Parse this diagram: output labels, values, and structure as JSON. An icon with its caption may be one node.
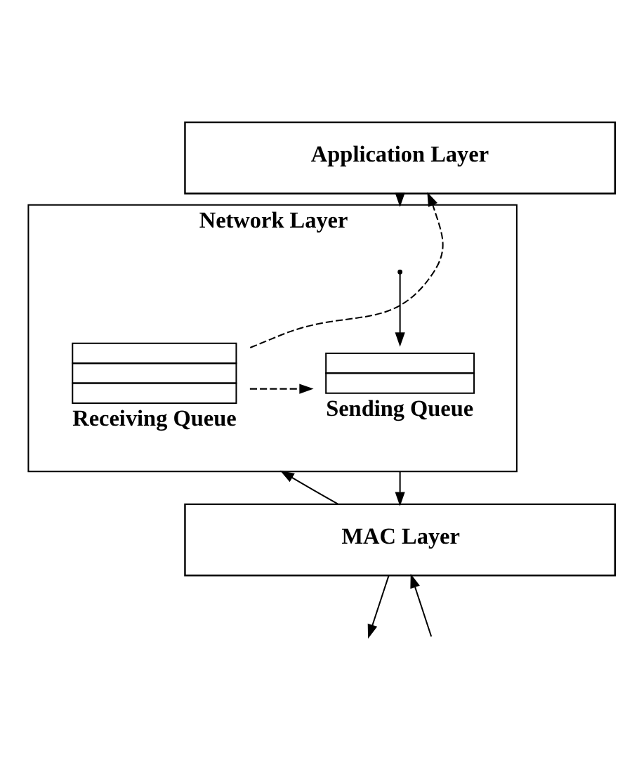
{
  "diagram": {
    "nodes": [
      {
        "text": [
          "Application Layer"
        ]
      },
      {
        "text": [
          "Network Layer"
        ]
      },
      {
        "text": [
          "Sending Queue"
        ],
        "in": 1
      },
      {
        "text": [
          "Receiving Queue"
        ],
        "in": 1
      },
      {
        "text": [
          "MAC Layer"
        ]
      }
    ],
    "edges": [
      {
        "from": 0,
        "to": 1,
        "arrow": "to"
      },
      {
        "from": 3,
        "to": 0,
        "arrow": "to",
        "style": "dashed"
      },
      {
        "from": 1,
        "to": 2,
        "arrow": "to"
      },
      {
        "from": 3,
        "to": 2,
        "arrow": "to",
        "style": "dashed"
      },
      {
        "from": 1,
        "to": 4,
        "arrow": "to"
      },
      {
        "from": 4,
        "to": 1,
        "arrow": "to"
      },
      {
        "from": 4,
        "to": null,
        "arrow": "to"
      },
      {
        "from": null,
        "to": 4,
        "arrow": "to"
      }
    ]
  }
}
